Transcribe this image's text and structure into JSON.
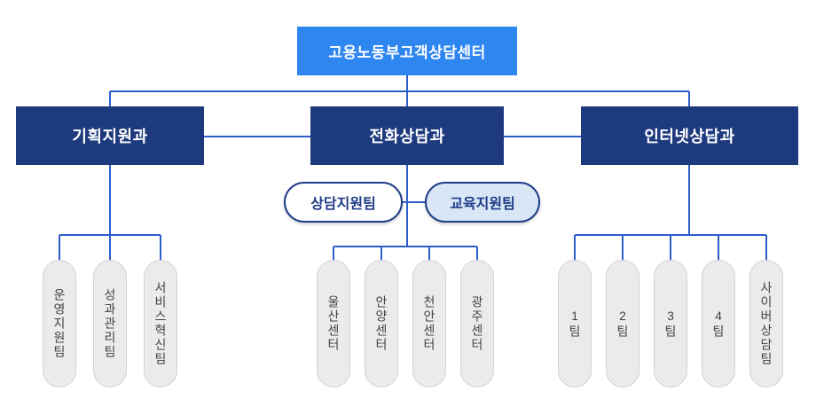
{
  "chart": {
    "root": {
      "label": "고용노동부고객상담센터"
    },
    "departments": [
      {
        "label": "기획지원과",
        "teams": [
          "운영지원팀",
          "성과관리팀",
          "서비스혁신팀"
        ]
      },
      {
        "label": "전화상담과",
        "support_teams": [
          "상담지원팀",
          "교육지원팀"
        ],
        "teams": [
          "울산센터",
          "안양센터",
          "천안센터",
          "광주센터"
        ]
      },
      {
        "label": "인터넷상담과",
        "teams": [
          "1팀",
          "2팀",
          "3팀",
          "4팀",
          "사이버상담팀"
        ]
      }
    ],
    "colors": {
      "root_fill": "#2E86F0",
      "dept_fill": "#1E3A7E",
      "connector_line": "#2B5ECB",
      "support_pill_border": "#1E3C87",
      "support_pill_alt_fill": "#D9E6F6",
      "team_pill_fill": "#EBEBEB",
      "team_pill_border": "#D2D2D2"
    }
  }
}
